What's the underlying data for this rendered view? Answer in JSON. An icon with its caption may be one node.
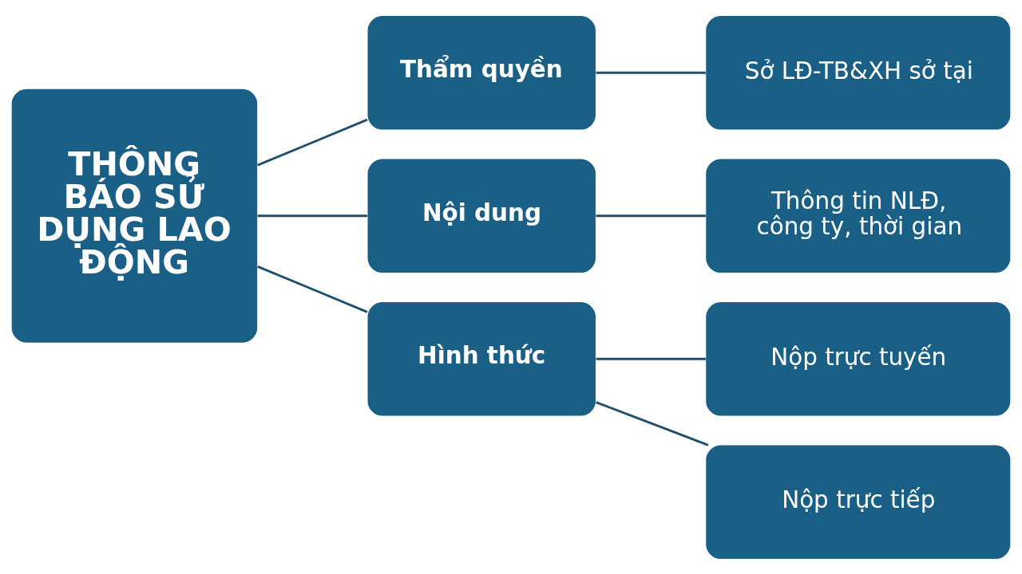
{
  "diagram": {
    "nodes": [
      {
        "text": [
          "THÔNG BÁO SỬ DỤNG LAO ĐỘNG"
        ]
      },
      {
        "text": [
          "Thẩm quyền"
        ]
      },
      {
        "text": [
          "Nội dung"
        ]
      },
      {
        "text": [
          "Hình thức"
        ]
      },
      {
        "text": [
          "Sở LĐ-TB&XH sở tại"
        ]
      },
      {
        "text": [
          "Thông tin NLĐ, công ty, thời gian"
        ]
      },
      {
        "text": [
          "Nộp trực tuyến"
        ]
      },
      {
        "text": [
          "Nộp trực tiếp"
        ]
      }
    ],
    "edges": [
      {
        "from": 0,
        "to": 1,
        "arrow": "none"
      },
      {
        "from": 0,
        "to": 2,
        "arrow": "none"
      },
      {
        "from": 0,
        "to": 3,
        "arrow": "none"
      },
      {
        "from": 1,
        "to": 4,
        "arrow": "none"
      },
      {
        "from": 2,
        "to": 5,
        "arrow": "none"
      },
      {
        "from": 3,
        "to": 6,
        "arrow": "none"
      },
      {
        "from": 3,
        "to": 7,
        "arrow": "none"
      }
    ]
  }
}
